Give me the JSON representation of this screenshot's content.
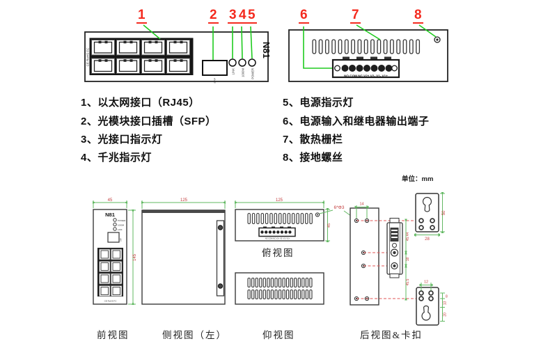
{
  "device": {
    "model": "N81",
    "cert": "CE RoHS FC",
    "sfp": "SFP",
    "front_leds": [
      "LINK",
      "1000M",
      "POWER"
    ],
    "terminal": "NO COM NC V2+ V2- V1- V1+"
  },
  "callouts": [
    "1",
    "2",
    "3",
    "4",
    "5",
    "6",
    "7",
    "8"
  ],
  "legend": {
    "left": [
      "1、以太网接口（RJ45）",
      "2、光模块接口插槽（SFP）",
      "3、光接口指示灯",
      "4、千兆指示灯"
    ],
    "right": [
      "5、电源指示灯",
      "6、电源输入和继电器输出端子",
      "7、散热栅栏",
      "8、接地螺丝"
    ]
  },
  "views": {
    "unit": "单位：mm",
    "front": {
      "label": "前视图",
      "dim_w": "45",
      "dim_h": "145",
      "leds": [
        "POWER",
        "1000M",
        "LINK"
      ]
    },
    "side": {
      "label": "侧视图（左）",
      "dim_w": "125"
    },
    "top": {
      "label": "俯视图",
      "dim_w": "125",
      "dim_d": "45"
    },
    "bottom": {
      "label": "仰视图"
    },
    "rear": {
      "label": "后视图&卡扣",
      "hole_note": "6*Φ3",
      "dim_span": "14",
      "dim_a": "45.44",
      "dim_b": "18",
      "dim_c": "45.5"
    },
    "plate_top": {
      "dim_h": "50",
      "dim_w": "28"
    },
    "plate_bottom": {
      "dim_w": "12",
      "dim_a": "8",
      "dim_b": "13",
      "dim_c": "20"
    }
  },
  "colors": {
    "callout_red": "#f42a1e",
    "leader_green": "#1ecb1e",
    "dim_green": "#62b862",
    "dim_red": "#c23b3b",
    "dash_red": "#e05555",
    "line_dark": "#333333"
  }
}
